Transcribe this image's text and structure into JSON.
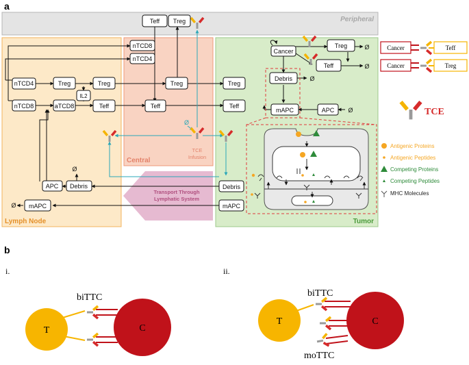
{
  "panel_a": {
    "label": "a",
    "compartments": {
      "peripheral": "Peripheral",
      "central": "Central",
      "lymph_node": "Lymph Node",
      "tumor": "Tumor"
    },
    "nodes": {
      "teff": "Teff",
      "treg": "Treg",
      "ntcd8": "nTCD8",
      "ntcd4": "nTCD4",
      "atcd8": "aTCD8",
      "il2": "IL2",
      "apc": "APC",
      "mapc": "mAPC",
      "debris": "Debris",
      "cancer": "Cancer",
      "null": "Ø"
    },
    "tce_infusion": [
      "TCE",
      "Infusion"
    ],
    "transport": [
      "Transport Through",
      "Lymphatic System"
    ],
    "complex_cancer": "Cancer",
    "complex_teff": "Teff",
    "complex_treg": "Treg",
    "tce_label": "TCE",
    "legend": [
      "Antigenic Proteins",
      "Antigenic Peptides",
      "Competing Proteins",
      "Competing Peptides",
      "MHC Molecules"
    ]
  },
  "panel_b": {
    "label": "b",
    "sub_i": "i.",
    "sub_ii": "ii.",
    "t_cell": "T",
    "c_cell": "C",
    "bittc": "biTTC",
    "mottc": "moTTC"
  },
  "colors": {
    "peripheral_fill": "#e4e4e4",
    "lymph_fill": "#fde9c8",
    "central_fill": "#f9d3c2",
    "tumor_fill": "#d8ecc9",
    "red_dash": "#e03a3a",
    "teal": "#2aa7b8",
    "orange": "#f5a623",
    "green": "#2e8b3a",
    "cancer_red": "#c0121a",
    "tcell_yellow": "#f7b500",
    "transport": "#e3b3cc"
  }
}
